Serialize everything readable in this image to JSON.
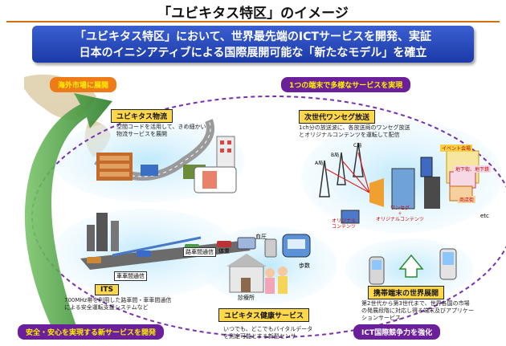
{
  "title": "「ユビキタス特区」のイメージ",
  "banner": {
    "line1": "「ユビキタス特区」において、世界最先端のICTサービスを開発、実証",
    "line2": "日本のイニシアティブによる国際展開可能な「新たなモデル」を確立"
  },
  "categories": {
    "overseas": "海外市場に展開",
    "one_terminal": "1つの端末で多様なサービスを実現",
    "safety": "安全・安心を実現する新サービスを開発",
    "ict_competitiveness": "ICT国際競争力を強化"
  },
  "services": {
    "logistics": {
      "label": "ユビキタス物流",
      "desc_1": "空間コードを活用して、きめ細かい",
      "desc_2": "物流サービスを展開"
    },
    "oneseg": {
      "label": "次世代ワンセグ放送",
      "desc_1": "1ch分の放送波に、各放送局のワンセグ放送",
      "desc_2": "とオリジナルコンテンツを運転して配信"
    },
    "its": {
      "label": "ITS",
      "desc_1": "700MHz帯を利用した路車間・車車間通信",
      "desc_2": "による安全運転支援システムなど"
    },
    "health": {
      "label": "ユビキタス健康サービス",
      "desc_1": "いつでも、どこでもバイタルデータ",
      "desc_2": "を測定可能とする新型センサ"
    },
    "mobile": {
      "label": "携帯端末の世界展開",
      "desc_1": "第2世代から第3世代まで、世界各国の市場",
      "desc_2": "の発展段階に対応し得る端末及びアプリケー",
      "desc_3": "ションサービス"
    }
  },
  "illustration_labels": {
    "road_vehicle": "路車間通信",
    "vehicle_vehicle": "車車間通信",
    "weight": "体重",
    "blood_pressure": "血圧",
    "steps": "歩数",
    "clinic": "診療所",
    "station_a": "A局",
    "station_b": "B局",
    "station_c": "C局",
    "original_content": "オリジナル\nコンテンツ",
    "oneseg_plus": "ワンセグ\n＋\nオリジナルコンテンツ",
    "event_venue": "イベント会場",
    "underground": "地下街、地下鉄",
    "shopping_street": "商店街",
    "etc": "etc"
  },
  "colors": {
    "title_rule": "#d07010",
    "banner": "#2748b8",
    "label_fill": "#ffd84a",
    "purple_cat": "#6b1f9a",
    "orange_cat": "#ee7a18",
    "yellow_text": "#fff000",
    "arrow_green": "#3c9a3c"
  }
}
